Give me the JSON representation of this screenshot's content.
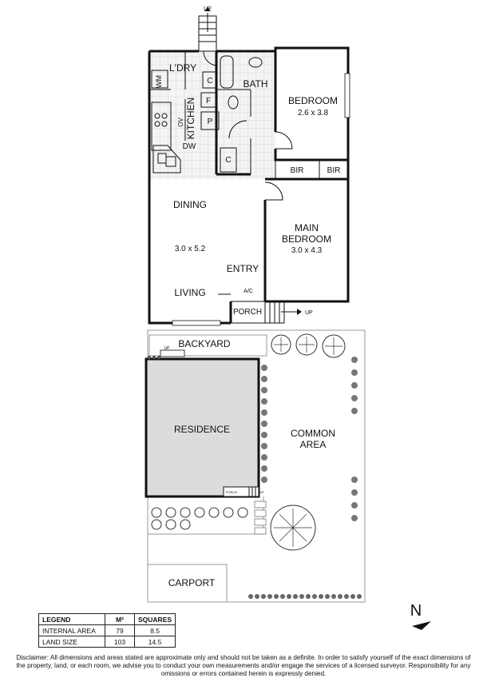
{
  "rooms": {
    "up_top": "UP",
    "laundry": "L'DRY",
    "wm": "WM",
    "cupboard_c1": "C",
    "fridge": "F",
    "pantry": "P",
    "cupboard_c2": "C",
    "bath": "BATH",
    "kitchen": "KITCHEN",
    "ov": "OV",
    "dw": "DW",
    "bedroom": "BEDROOM",
    "bedroom_size": "2.6 x 3.8",
    "bir1": "BIR",
    "bir2": "BIR",
    "dining": "DINING",
    "dining_size": "3.0 x 5.2",
    "main_bedroom_1": "MAIN",
    "main_bedroom_2": "BEDROOM",
    "main_bedroom_size": "3.0 x 4.3",
    "entry": "ENTRY",
    "living": "LIVING",
    "ac": "A/C",
    "porch": "PORCH",
    "up_porch": "UP"
  },
  "site": {
    "backyard": "BACKYARD",
    "up_small": "UP",
    "residence": "RESIDENCE",
    "common_1": "COMMON",
    "common_2": "AREA",
    "porch_small": "PORCH",
    "up_small2": "UP",
    "carport": "CARPORT"
  },
  "compass": "N",
  "legend": {
    "headers": [
      "LEGEND",
      "M²",
      "SQUARES"
    ],
    "rows": [
      [
        "INTERNAL AREA",
        "79",
        "8.5"
      ],
      [
        "LAND SIZE",
        "103",
        "14.5"
      ]
    ]
  },
  "disclaimer": "Disclaimer: All dimensions and areas stated are approximate only and should not be taken as a definite. In order to satisfy yourself of the exact dimensions of the property, land, or each room, we advise you to conduct your own measurements and/or engage the services of a licensed surveyor. Responsibility for any omissions or errors contained herein is expressly denied."
}
